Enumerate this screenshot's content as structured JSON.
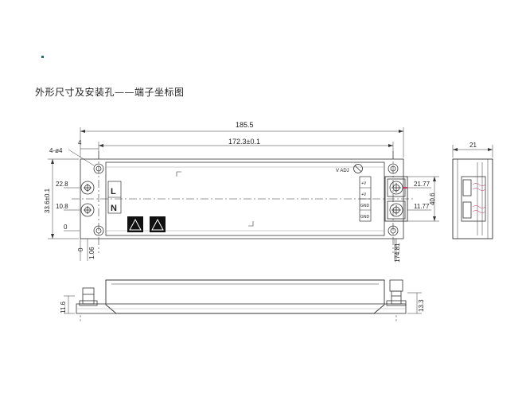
{
  "heading": "外形尺寸及安装孔——端子坐标图",
  "dims": {
    "overall_length": "185.5",
    "hole_pitch": "172.3±0.1",
    "edge_offset": "4",
    "holes": "4-ø4",
    "width": "33.6±0.1",
    "y_upper": "22.8",
    "y_lower": "10.8",
    "y_zero": "0",
    "x_zero": "0",
    "x_left": "1.06",
    "x_right": "174.81",
    "term_upper": "21.77",
    "term_lower": "11.77",
    "right_height": "40.6",
    "depth": "21",
    "side_left_h": "11.6",
    "side_right_h": "13.3"
  },
  "labels": {
    "input_l": "L",
    "input_n": "N",
    "vadj": "V ADJ",
    "out_pos1": "+V",
    "out_pos2": "+V",
    "out_gnd1": "GND",
    "out_gnd2": "GND"
  }
}
